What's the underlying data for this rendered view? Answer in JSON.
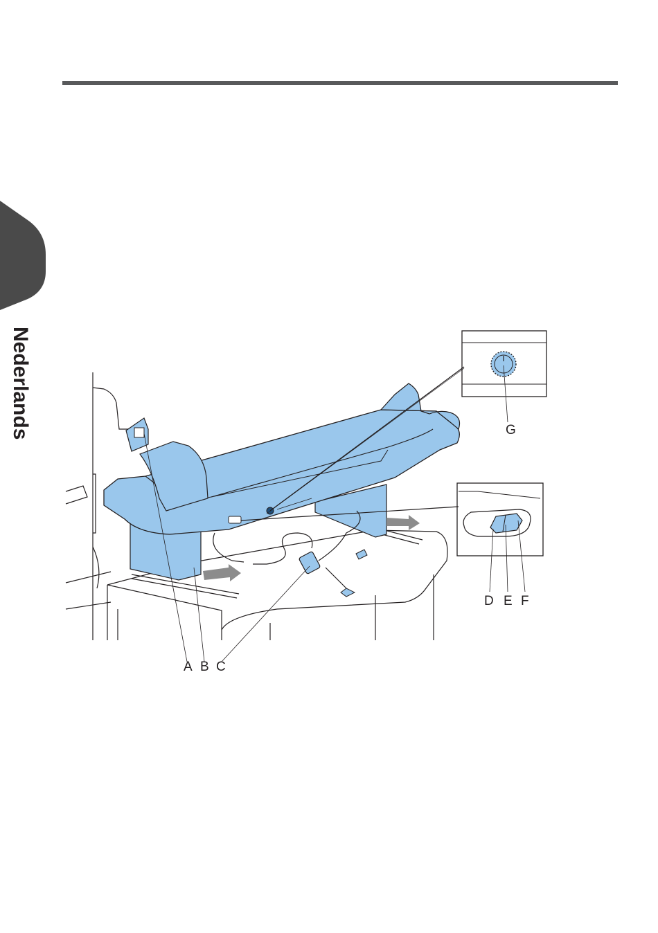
{
  "side_tab": {
    "language_label": "Nederlands"
  },
  "figure": {
    "callouts": {
      "a": "A",
      "b": "B",
      "c": "C",
      "d": "D",
      "e": "E",
      "f": "F",
      "g": "G"
    },
    "colors": {
      "machine_blue": "#9ac7ec",
      "outline": "#231f20",
      "arrow_gray": "#8c8c8c",
      "tab_gray": "#4a4a4a"
    }
  }
}
